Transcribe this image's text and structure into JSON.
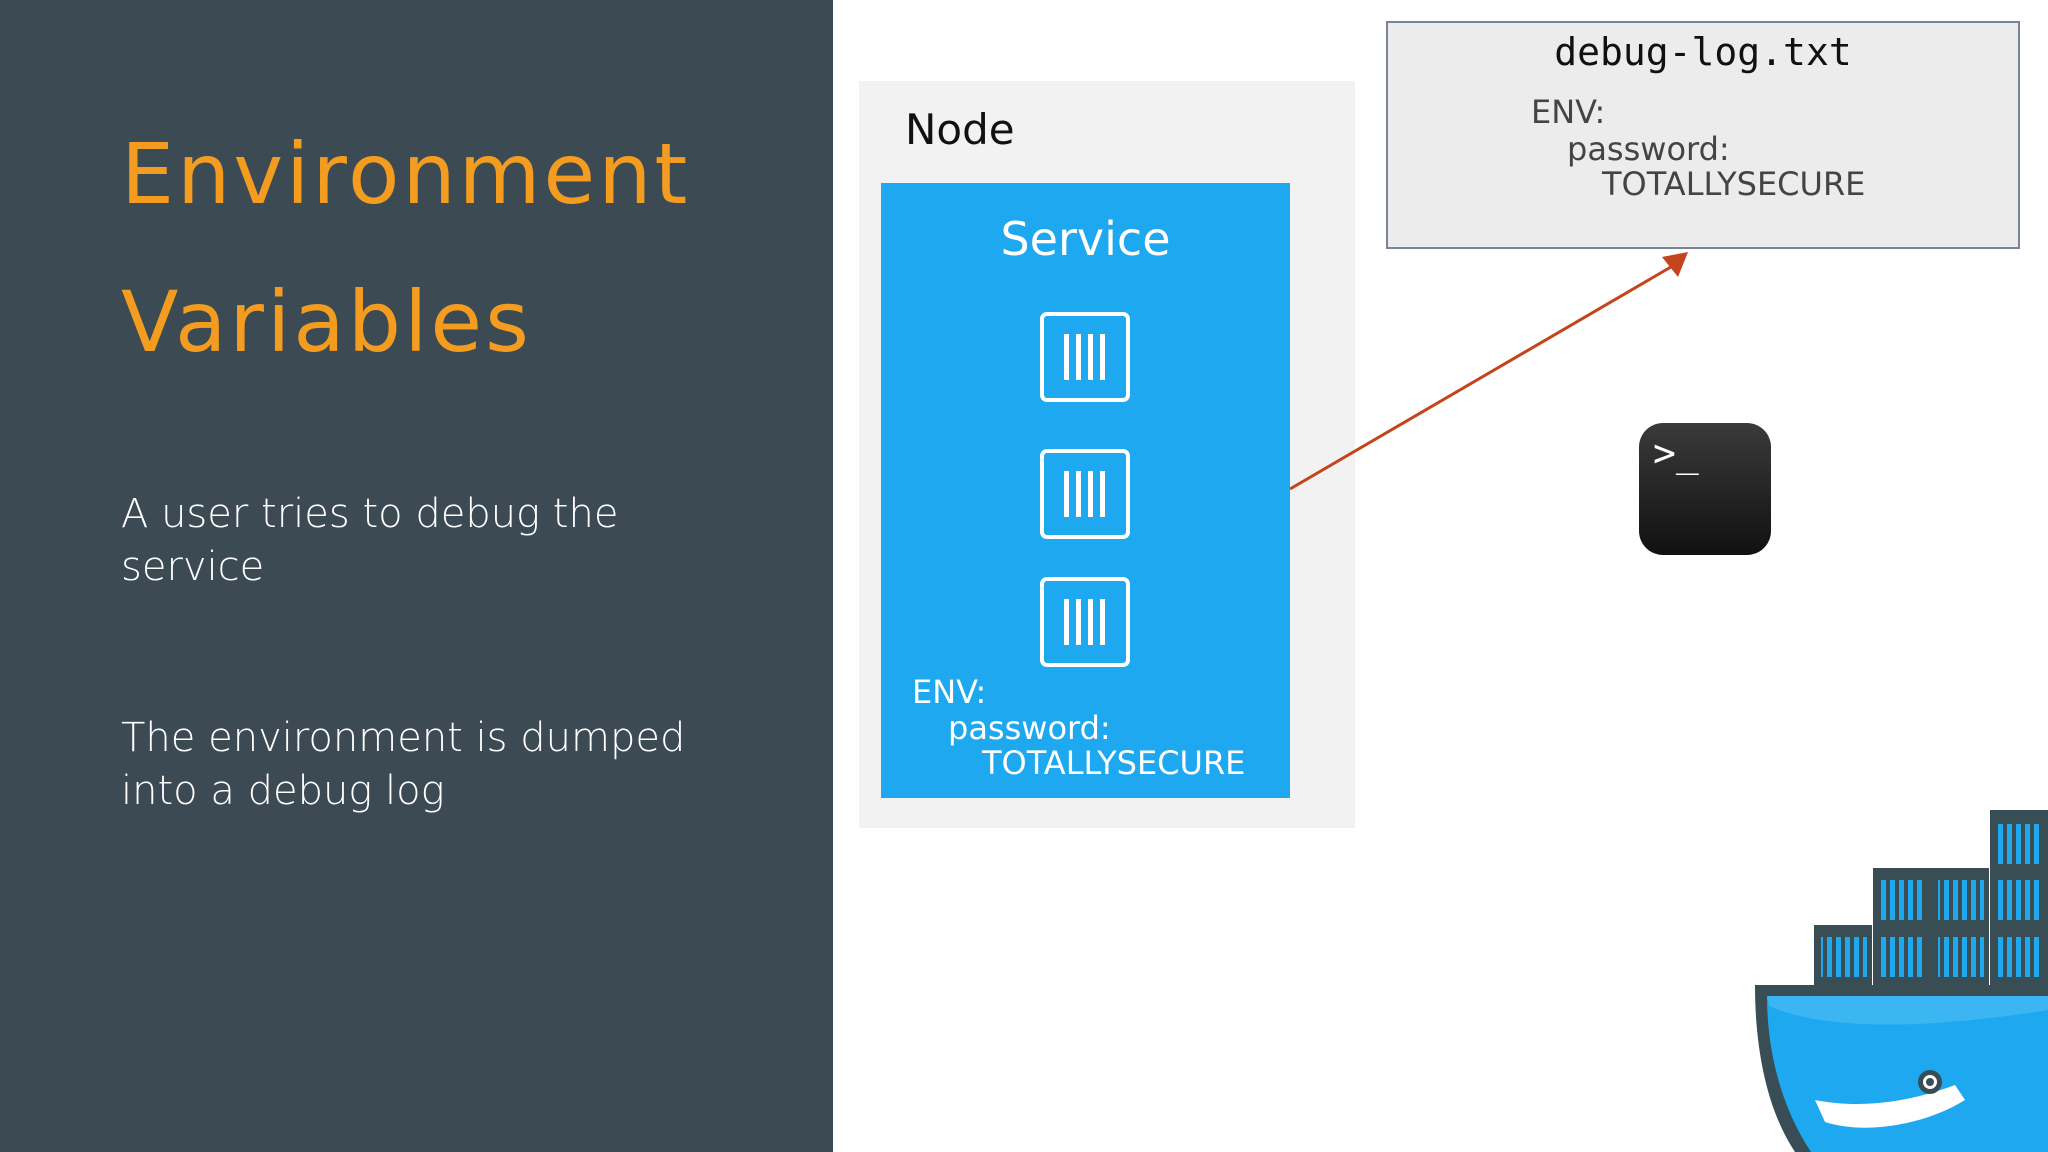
{
  "slide": {
    "title_line1": "Environment",
    "title_line2": "Variables",
    "bullets": [
      "A user tries to debug the service",
      "The environment is dumped into a debug log"
    ]
  },
  "diagram": {
    "node_label": "Node",
    "service_label": "Service",
    "service_env": {
      "env_label": "ENV:",
      "key": "password:",
      "value": "TOTALLYSECURE"
    },
    "log_file": {
      "filename": "debug-log.txt",
      "env_label": "ENV:",
      "key": "password:",
      "value": "TOTALLYSECURE"
    },
    "terminal_icon": "terminal-icon",
    "logo_icon": "docker-whale-logo",
    "colors": {
      "panel": "#3c4a53",
      "title": "#f39c1f",
      "service": "#1da8f0",
      "arrow": "#c4441b"
    }
  }
}
